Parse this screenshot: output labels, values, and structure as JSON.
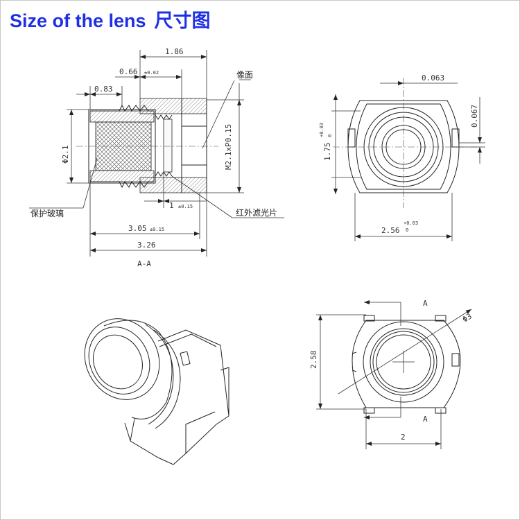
{
  "header": {
    "title_en": "Size of the lens",
    "title_cn": "尺寸图"
  },
  "section_view": {
    "dim_overall_top": "1.86",
    "dim_flange": "0.66",
    "dim_flange_tol": "±0.02",
    "dim_front": "0.83",
    "label_image_plane": "像面",
    "dim_diameter": "Φ2.1",
    "dim_thread": "M2.1xP0.15",
    "label_protective_glass": "保护玻璃",
    "dim_filter_offset": "1",
    "dim_filter_offset_tol": "±0.15",
    "label_ir_filter": "红外滤光片",
    "dim_length": "3.05",
    "dim_length_tol": "±0.15",
    "dim_total": "3.26",
    "section_name": "A-A"
  },
  "front_view": {
    "dim_slot_width": "0.063",
    "dim_slot_depth": "0.067",
    "dim_height": "1.75",
    "dim_height_tol_upper": "+0.03",
    "dim_height_tol_lower": "0",
    "dim_width": "2.56",
    "dim_width_tol_upper": "+0.03",
    "dim_width_tol_lower": "0"
  },
  "bottom_view": {
    "section_mark_top": "A",
    "section_mark_bottom": "A",
    "dim_diameter": "Φ3",
    "dim_height": "2.58",
    "dim_width": "2"
  },
  "colors": {
    "title": "#1f2fe6",
    "line": "#222222",
    "hatch": "#555555"
  }
}
